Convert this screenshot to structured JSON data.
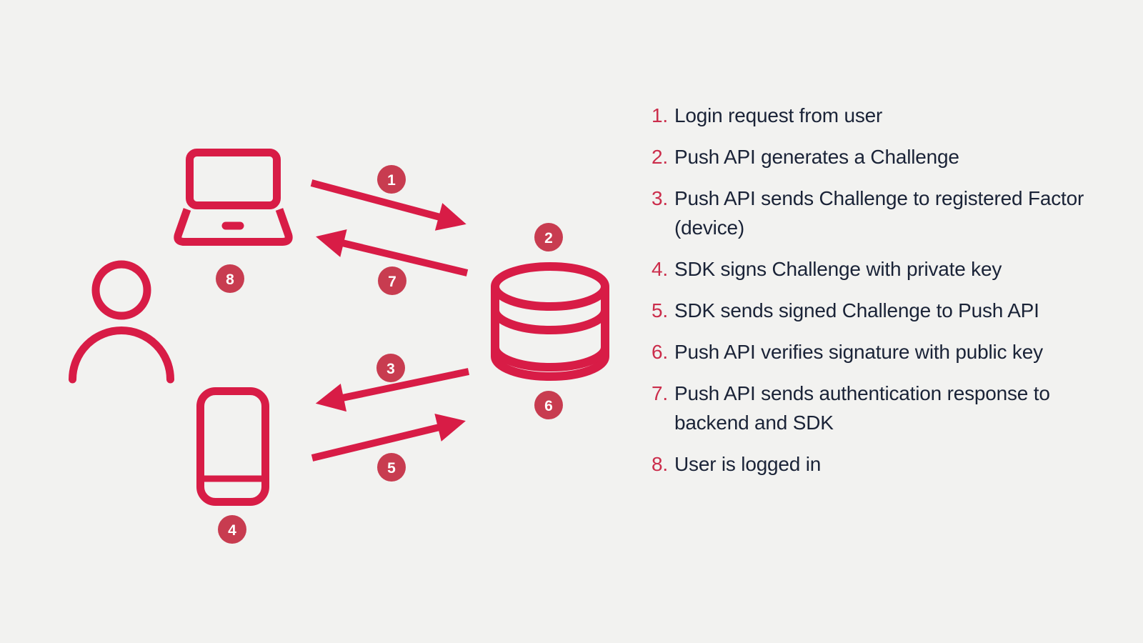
{
  "colors": {
    "background": "#F2F2F0",
    "icon_stroke": "#D81C46",
    "badge_fill": "#C83C50",
    "badge_text": "#FFFFFF",
    "list_number": "#CB2D4B",
    "body_text": "#1A2337"
  },
  "diagram": {
    "icons": [
      {
        "name": "user-icon"
      },
      {
        "name": "laptop-icon"
      },
      {
        "name": "phone-icon"
      },
      {
        "name": "database-icon"
      }
    ],
    "badges": [
      {
        "label": "1"
      },
      {
        "label": "2"
      },
      {
        "label": "3"
      },
      {
        "label": "4"
      },
      {
        "label": "5"
      },
      {
        "label": "6"
      },
      {
        "label": "7"
      },
      {
        "label": "8"
      }
    ]
  },
  "steps": {
    "items": [
      {
        "num": "1.",
        "text": "Login request from user"
      },
      {
        "num": "2.",
        "text": "Push API generates a Challenge"
      },
      {
        "num": "3.",
        "text": "Push API sends Challenge to registered Factor (device)"
      },
      {
        "num": "4.",
        "text": "SDK signs Challenge with private key"
      },
      {
        "num": "5.",
        "text": "SDK sends signed Challenge to Push API"
      },
      {
        "num": "6.",
        "text": "Push API verifies signature with public key"
      },
      {
        "num": "7.",
        "text": "Push API sends authentication response to backend and SDK"
      },
      {
        "num": "8.",
        "text": "User is logged in"
      }
    ]
  }
}
